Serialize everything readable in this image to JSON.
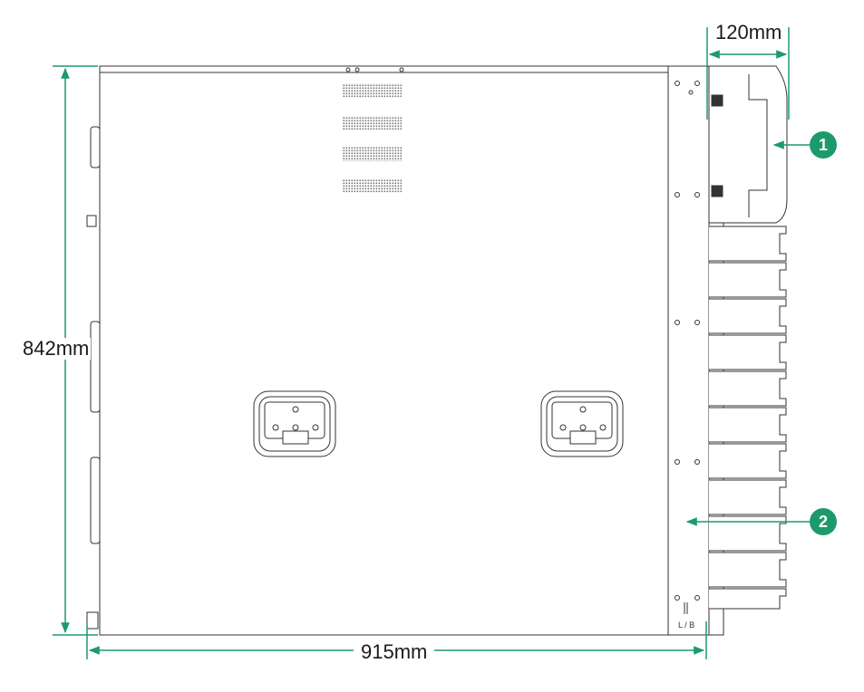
{
  "dimensions": {
    "width": "915mm",
    "height": "842mm",
    "depth": "120mm"
  },
  "callouts": [
    {
      "number": "1"
    },
    {
      "number": "2"
    }
  ],
  "panel_marking": "L / B",
  "colors": {
    "accent": "#1d9a6c",
    "line": "#333333"
  }
}
